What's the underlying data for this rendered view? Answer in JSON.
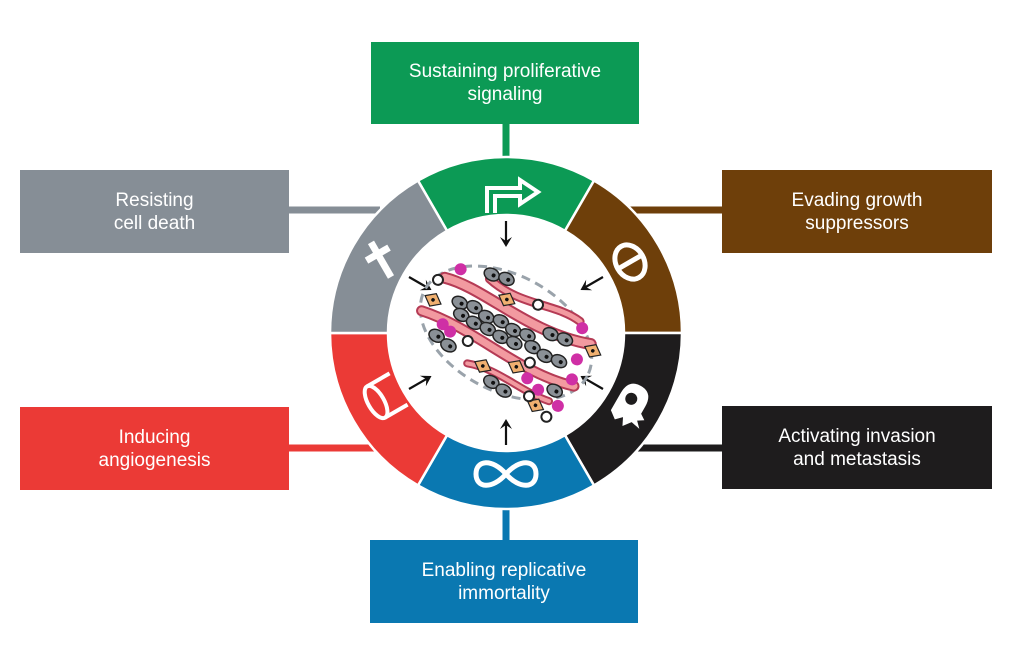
{
  "title": "Hallmarks of cancer",
  "hallmarks": [
    {
      "id": "proliferative",
      "lines": [
        "Sustaining proliferative",
        "signaling"
      ],
      "color": "#0c9a55",
      "icon": "bent-arrow-icon"
    },
    {
      "id": "growth-suppressors",
      "lines": [
        "Evading growth",
        "suppressors"
      ],
      "color": "#6e3f0a",
      "icon": "no-entry-icon"
    },
    {
      "id": "invasion",
      "lines": [
        "Activating invasion",
        "and metastasis"
      ],
      "color": "#1e1c1d",
      "icon": "invading-cell-icon"
    },
    {
      "id": "immortality",
      "lines": [
        "Enabling replicative",
        "immortality"
      ],
      "color": "#0a78b1",
      "icon": "infinity-icon"
    },
    {
      "id": "angiogenesis",
      "lines": [
        "Inducing",
        "angiogenesis"
      ],
      "color": "#eb3a36",
      "icon": "blood-vessel-icon"
    },
    {
      "id": "cell-death",
      "lines": [
        "Resisting",
        "cell death"
      ],
      "color": "#868e96",
      "icon": "cross-icon"
    }
  ],
  "center": {
    "label": "tumor-microenvironment",
    "arrow_color": "#111111"
  }
}
